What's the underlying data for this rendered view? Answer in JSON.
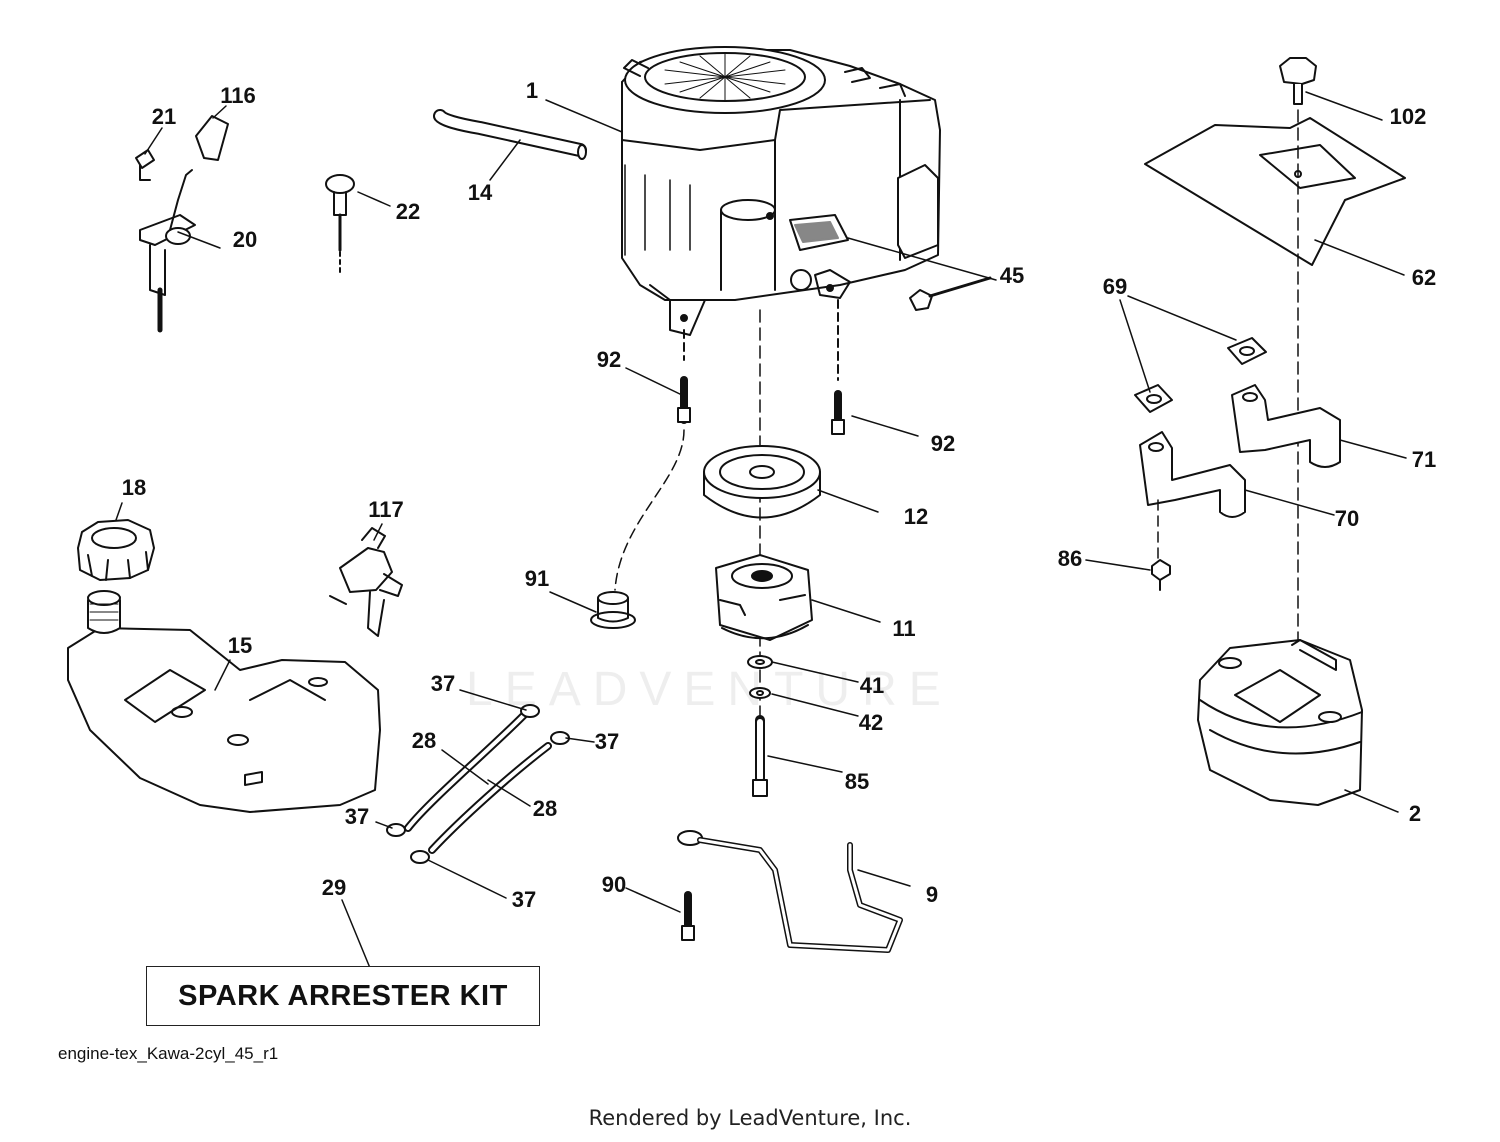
{
  "diagram": {
    "parts": [
      {
        "id": "engine",
        "callout": "1"
      },
      {
        "id": "muffler",
        "callout": "2"
      },
      {
        "id": "clutch-rod",
        "callout": "9"
      },
      {
        "id": "pto-clutch",
        "callout": "11"
      },
      {
        "id": "pulley",
        "callout": "12"
      },
      {
        "id": "fuel-line-top",
        "callout": "14"
      },
      {
        "id": "fuel-tank",
        "callout": "15"
      },
      {
        "id": "fuel-cap",
        "callout": "18"
      },
      {
        "id": "throttle-control",
        "callout": "20"
      },
      {
        "id": "throttle-bolt",
        "callout": "21"
      },
      {
        "id": "dipstick",
        "callout": "22"
      },
      {
        "id": "fuel-hose-left",
        "callout": "28"
      },
      {
        "id": "fuel-hose-right",
        "callout": "28"
      },
      {
        "id": "spark-arrester-kit",
        "callout": "29"
      },
      {
        "id": "clamp-1",
        "callout": "37"
      },
      {
        "id": "clamp-2",
        "callout": "37"
      },
      {
        "id": "clamp-3",
        "callout": "37"
      },
      {
        "id": "clamp-4",
        "callout": "37"
      },
      {
        "id": "washer-41",
        "callout": "41"
      },
      {
        "id": "washer-42",
        "callout": "42"
      },
      {
        "id": "oil-drain",
        "callout": "45"
      },
      {
        "id": "muffler-shield",
        "callout": "62"
      },
      {
        "id": "exhaust-gasket",
        "callout": "69"
      },
      {
        "id": "exhaust-pipe-left",
        "callout": "70"
      },
      {
        "id": "exhaust-pipe-right",
        "callout": "71"
      },
      {
        "id": "crankshaft-bolt",
        "callout": "85"
      },
      {
        "id": "nut",
        "callout": "86"
      },
      {
        "id": "bolt-90",
        "callout": "90"
      },
      {
        "id": "bushing",
        "callout": "91"
      },
      {
        "id": "bolt-92-left",
        "callout": "92"
      },
      {
        "id": "bolt-92-right",
        "callout": "92"
      },
      {
        "id": "shield-screw",
        "callout": "102"
      },
      {
        "id": "throttle-knob",
        "callout": "116"
      },
      {
        "id": "fuel-valve",
        "callout": "117"
      }
    ],
    "kit_label": "SPARK ARRESTER KIT",
    "diagram_id": "engine-tex_Kawa-2cyl_45_r1",
    "watermark": "LEADVENTURE"
  },
  "footer": {
    "rendered_by": "Rendered by LeadVenture, Inc."
  }
}
